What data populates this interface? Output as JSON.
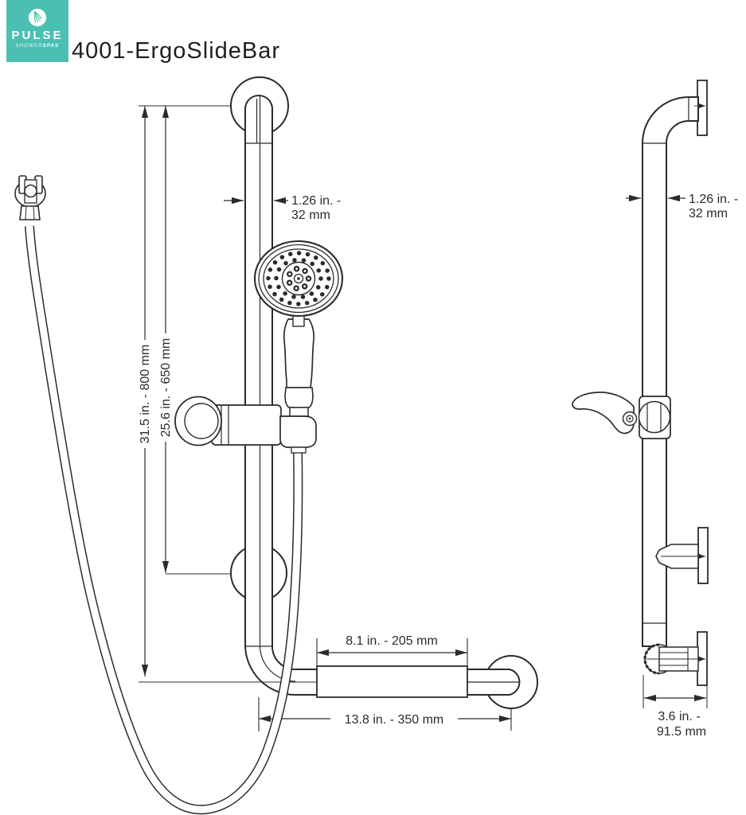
{
  "header": {
    "logo": {
      "brand": "PULSE",
      "tagline_1": "SHOWER",
      "tagline_2": "SPAS"
    },
    "title": "4001-ErgoSlideBar"
  },
  "front_view": {
    "dim_bar_diameter_line1": "1.26 in. -",
    "dim_bar_diameter_line2": "32 mm",
    "dim_overall_height": "31.5 in. - 800 mm",
    "dim_upper_mount_height": "25.6 in. - 650 mm",
    "dim_grip_length": "8.1 in. - 205 mm",
    "dim_overall_width": "13.8 in. - 350 mm"
  },
  "side_view": {
    "dim_bar_diameter_line1": "1.26 in. -",
    "dim_bar_diameter_line2": "32 mm",
    "dim_wall_depth_line1": "3.6 in. -",
    "dim_wall_depth_line2": "91.5 mm"
  },
  "colors": {
    "brand_teal": "#4BC0B2",
    "line": "#2b2b2b",
    "text": "#1f1f1f"
  }
}
